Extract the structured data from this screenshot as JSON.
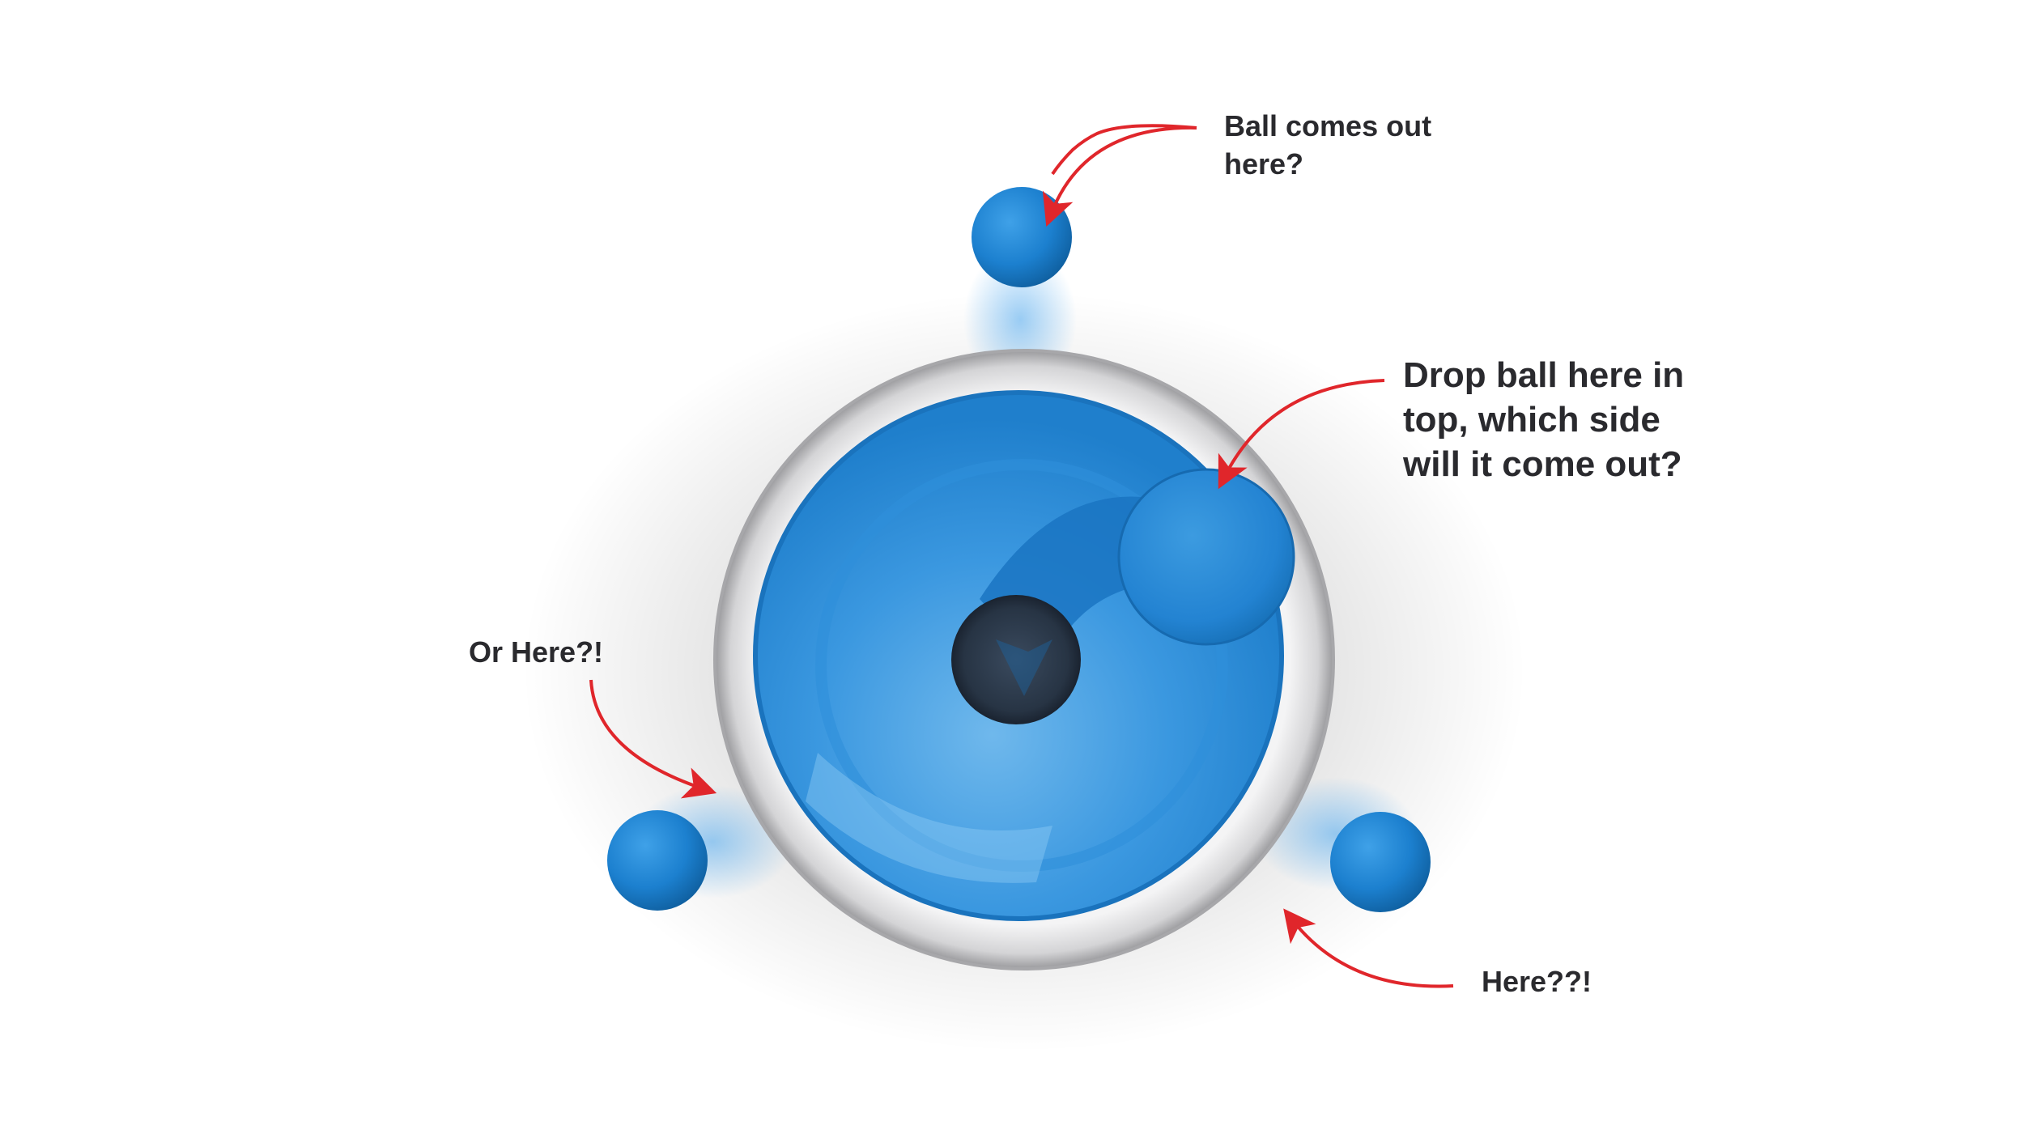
{
  "annotations": {
    "top_exit": {
      "line1": "Ball comes out",
      "line2": "here?"
    },
    "drop_point": {
      "line1": "Drop ball here in",
      "line2": "top, which side",
      "line3": "will it come out?"
    },
    "left_exit": {
      "text": "Or Here?!"
    },
    "right_exit": {
      "text": "Here??!"
    }
  },
  "colors": {
    "ball_blue": "#1b7fcc",
    "bowl_blue": "#2a8ad8",
    "rim_grey": "#d9d9db",
    "arrow_red": "#e0262b",
    "text_dark": "#2a2a2e",
    "hole_dark": "#2b3a4d"
  }
}
